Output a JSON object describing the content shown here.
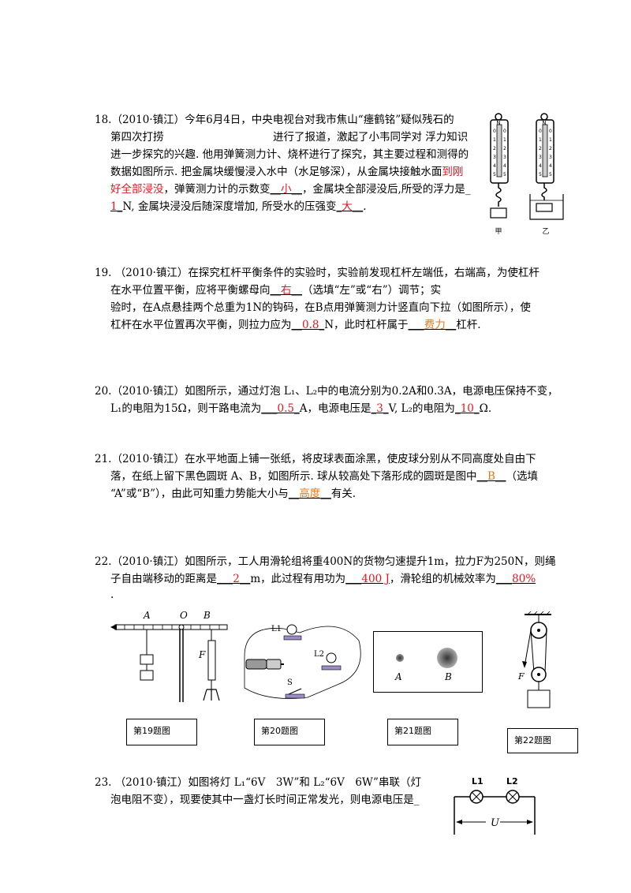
{
  "q18": {
    "l1": "18.（2010·镇江）今年6月4日，中央电视台对我市焦山“瘗鹤铭”疑似残石的",
    "l2a": "第四次打捞",
    "l2b": "进行了报道，激起了小韦同学对 浮力知识",
    "l3": "进一步探究的兴趣. 他用弹簧测力计、烧杯进行了探究，其主要过程和测得的",
    "l4a": "数据如图所示. 把金属块缓慢浸入水中（水足够深），从金属块接触水面",
    "l4b": "到刚",
    "l5a": "好全部浸没",
    "l5b": "，弹簧测力计的示数变",
    "ans1": "小",
    "l5c": "，金属块全部浸没后,所受的浮力是",
    "ans2": "1",
    "l6a": "N, 金属块浸没后随深度增加, 所受水的压强变",
    "ans3": "大",
    "fig_labels": [
      "甲",
      "乙"
    ],
    "scale_ticks": [
      "0",
      "1",
      "2",
      "3",
      "4",
      "5"
    ],
    "scale_n": "N"
  },
  "q19": {
    "l1": "19. （2010·镇江）在探究杠杆平衡条件的实验时，实验前发现杠杆左端低，右端高，为使杠杆",
    "l2a": "在水平位置平衡，应将平衡螺母向",
    "ans1": "右",
    "l2b": "（选填“左”或“右”）调节；实",
    "l3": "验时，在A点悬挂两个总重为1N的钩码，在B点用弹簧测力计竖直向下拉（如图所示），使",
    "l4a": "杠杆在水平位置再次平衡，则拉力应为",
    "ans2": "0.8",
    "l4b": "N，此时杠杆属于",
    "ans3": "费力",
    "l4c": "杠杆."
  },
  "q20": {
    "l1": "20.（2010·镇江）如图所示，通过灯泡 L₁、L₂中的电流分别为0.2A和0.3A，电源电压保持不变，",
    "l2a": "L₁的电阻为15Ω，则干路电流为",
    "ans1": "0.5",
    "l2b": "A，电源电压是",
    "ans2": "3",
    "l2c": "V, L₂的电阻为",
    "ans3": "10",
    "l2d": "Ω."
  },
  "q21": {
    "l1": "21.（2010·镇江）在水平地面上铺一张纸，将皮球表面涂黑，使皮球分别从不同高度处自由下",
    "l2": "落，在纸上留下黑色圆斑 A、B，如图所示. 球从较高处下落形成的圆斑是图中",
    "ans1": "B",
    "l2b": "（选填",
    "l3a": "“A”或“B”），由此可知重力势能大小与",
    "ans2": "高度",
    "l3b": "有关."
  },
  "q22": {
    "l1": "22.（2010·镇江）如图所示，工人用滑轮组将重400N的货物匀速提升1m，拉力F为250N，则绳",
    "l2a": "子自由端移动的距离是",
    "ans1": "2",
    "l2b": "m，此过程有用功为",
    "ans2": "400 J",
    "l2c": "，滑轮组的机械效率为",
    "ans3": "80%",
    "l3": "."
  },
  "figs": {
    "cap19": "第19题图",
    "cap20": "第20题图",
    "cap21": "第21题图",
    "cap22": "第22题图",
    "lever_a": "A",
    "lever_o": "O",
    "lever_b": "B",
    "lever_f": "F",
    "l1": "L1",
    "l2": "L2",
    "s": "S",
    "spot_a": "A",
    "spot_b": "B",
    "pulley_f": "F"
  },
  "q23": {
    "l1": "23. （2010·镇江）如图将灯 L₁“6V　3W”和 L₂“6V　6W”串联（灯",
    "l2": "泡电阻不变），现要使其中一盏灯长时间正常发光，则电源电压是",
    "fig_l1": "L1",
    "fig_l2": "L2",
    "fig_u": "U"
  }
}
